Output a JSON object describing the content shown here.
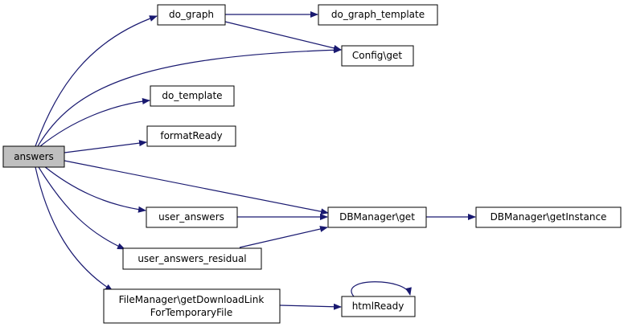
{
  "colors": {
    "edge": "#191970",
    "node_border": "#000000",
    "node_fill": "#ffffff",
    "root_fill": "#bfbfbf"
  },
  "nodes": {
    "answers": "answers",
    "do_graph": "do_graph",
    "do_graph_template": "do_graph_template",
    "config_get": "Config\\get",
    "do_template": "do_template",
    "formatReady": "formatReady",
    "user_answers": "user_answers",
    "dbmanager_get": "DBManager\\get",
    "dbmanager_getinstance": "DBManager\\getInstance",
    "user_answers_residual": "user_answers_residual",
    "filemanager_line1": "FileManager\\getDownloadLink",
    "filemanager_line2": "ForTemporaryFile",
    "htmlReady": "htmlReady"
  }
}
